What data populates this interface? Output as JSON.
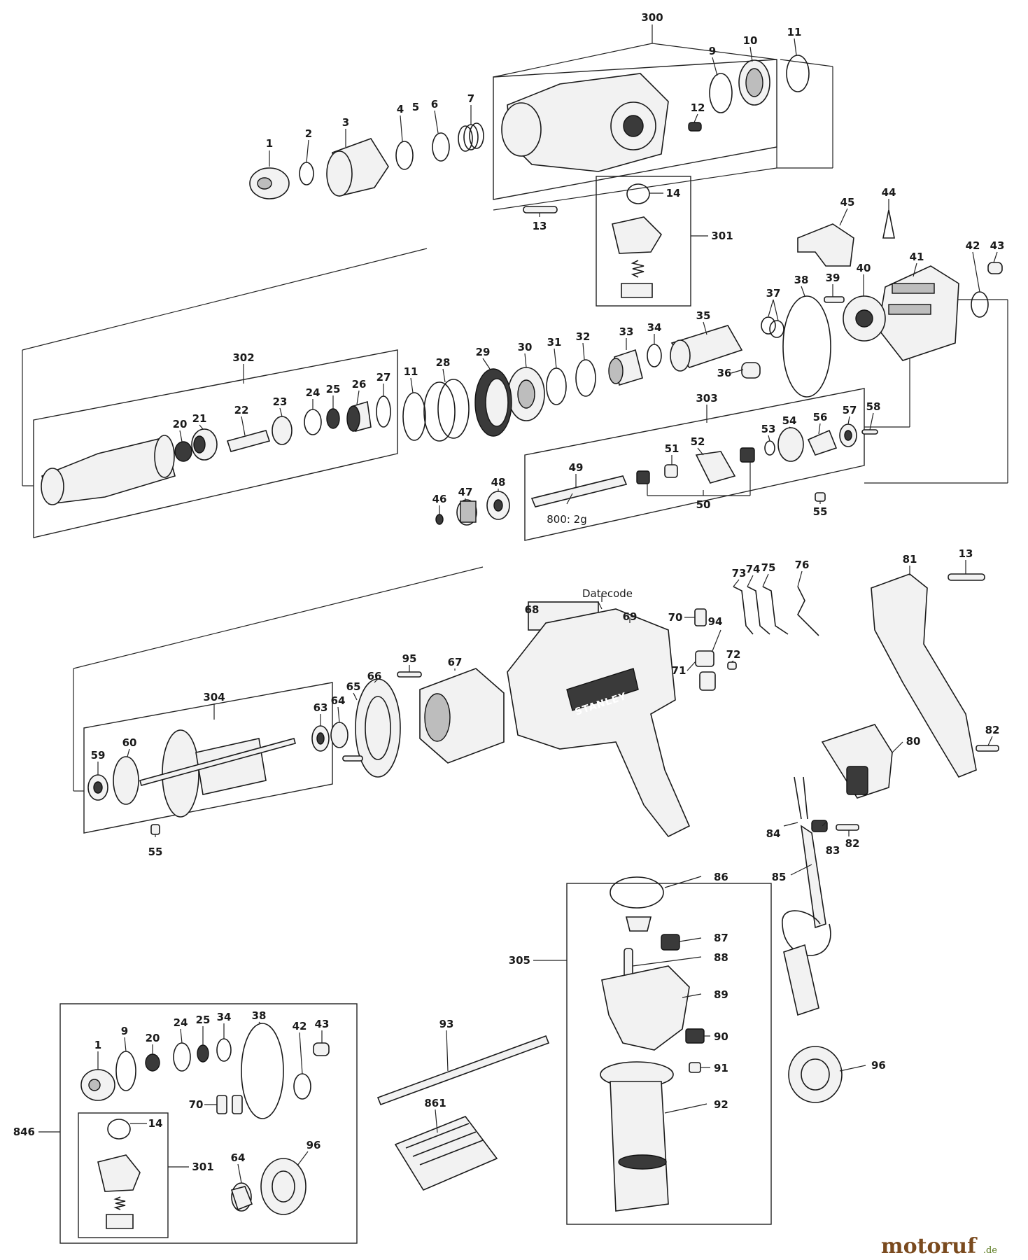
{
  "labels": {
    "l300": "300",
    "l9a": "9",
    "l10": "10",
    "l11a": "11",
    "l1a": "1",
    "l2": "2",
    "l3": "3",
    "l4": "4",
    "l5": "5",
    "l6": "6",
    "l7": "7",
    "l12": "12",
    "l13a": "13",
    "l14a": "14",
    "l301a": "301",
    "l45": "45",
    "l44": "44",
    "l42a": "42",
    "l43a": "43",
    "l41": "41",
    "l40": "40",
    "l39": "39",
    "l38a": "38",
    "l37": "37",
    "l35": "35",
    "l36": "36",
    "l302": "302",
    "l11b": "11",
    "l28": "28",
    "l29": "29",
    "l30": "30",
    "l31": "31",
    "l32": "32",
    "l33": "33",
    "l34a": "34",
    "l20a": "20",
    "l21": "21",
    "l22": "22",
    "l23": "23",
    "l24a": "24",
    "l25a": "25",
    "l26": "26",
    "l27": "27",
    "l303": "303",
    "l46": "46",
    "l47": "47",
    "l48": "48",
    "l49": "49",
    "l51": "51",
    "l52": "52",
    "l50": "50",
    "l53": "53",
    "l54": "54",
    "l56": "56",
    "l57": "57",
    "l58": "58",
    "l55a": "55",
    "l68": "68",
    "l69": "69",
    "l70a": "70",
    "l94": "94",
    "l71": "71",
    "l72": "72",
    "l73": "73",
    "l74": "74",
    "l75": "75",
    "l76": "76",
    "l81": "81",
    "l13b": "13",
    "l95": "95",
    "l67": "67",
    "l66": "66",
    "l65": "65",
    "l64a": "64",
    "l63": "63",
    "l304": "304",
    "l60": "60",
    "l59": "59",
    "l55b": "55",
    "l80": "80",
    "l82a": "82",
    "l82b": "82",
    "l83": "83",
    "l84": "84",
    "l85": "85",
    "l86": "86",
    "l87": "87",
    "l88": "88",
    "l89": "89",
    "l90": "90",
    "l91": "91",
    "l92": "92",
    "l305": "305",
    "l93": "93",
    "l861": "861",
    "l96a": "96",
    "l846": "846",
    "l1b": "1",
    "l9b": "9",
    "l20b": "20",
    "l24b": "24",
    "l25b": "25",
    "l34b": "34",
    "l38b": "38",
    "l42b": "42",
    "l43b": "43",
    "l14b": "14",
    "l301b": "301",
    "l70b": "70",
    "l64b": "64",
    "l96b": "96"
  },
  "notes": {
    "grease": "800: 2g",
    "datecode": "Datecode"
  },
  "brand": {
    "housing": "STANLEY"
  },
  "watermark": {
    "name": "motoruf",
    "suffix": ".de"
  },
  "colors": {
    "ink": "#1a1a1a",
    "watermark_brown": "#7a4a1e",
    "watermark_green": "#5a7a1e"
  }
}
